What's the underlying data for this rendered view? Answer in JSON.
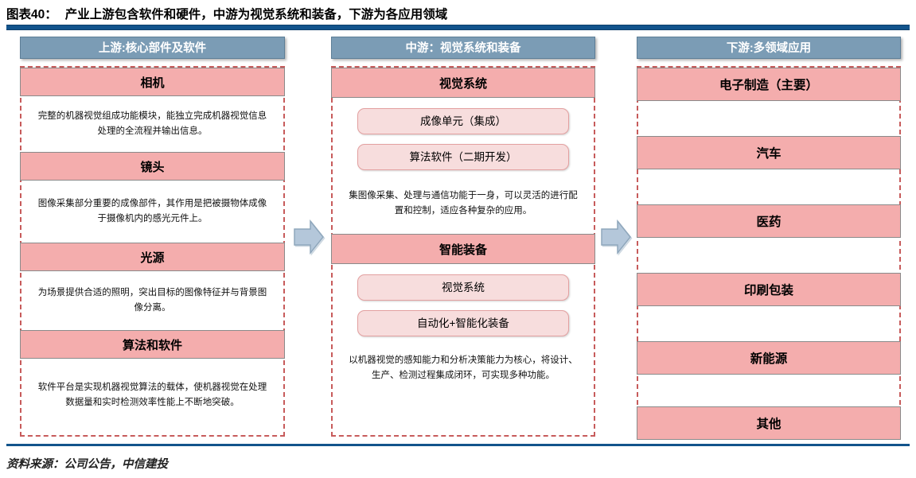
{
  "title": {
    "label": "图表40：",
    "text": "产业上游包含软件和硬件，中游为视觉系统和装备，下游为各应用领域"
  },
  "footer": {
    "source": "资料来源：公司公告，中信建投"
  },
  "colors": {
    "rule": "#12548C",
    "header_band": "#7B9CB5",
    "bar_pink": "#F4ADAD",
    "pill_pink": "#F7DDDD",
    "dashed_border": "#C75B5B",
    "arrow_fill": "#B4C7DA"
  },
  "columns": [
    {
      "id": "upstream",
      "header": "上游:核心部件及软件",
      "blocks": [
        {
          "type": "bar",
          "label": "相机"
        },
        {
          "type": "desc",
          "text": "完整的机器视觉组成功能模块，能独立完成机器视觉信息处理的全流程并输出信息。"
        },
        {
          "type": "bar",
          "label": "镜头"
        },
        {
          "type": "desc",
          "text": "图像采集部分重要的成像部件，其作用是把被摄物体成像于摄像机内的感光元件上。"
        },
        {
          "type": "bar",
          "label": "光源"
        },
        {
          "type": "desc",
          "text": "为场景提供合适的照明，突出目标的图像特征并与背景图像分离。"
        },
        {
          "type": "bar",
          "label": "算法和软件"
        },
        {
          "type": "desc",
          "text": "软件平台是实现机器视觉算法的载体，使机器视觉在处理数据量和实时检测效率性能上不断地突破。"
        }
      ]
    },
    {
      "id": "midstream",
      "header": "中游：视觉系统和装备",
      "blocks": [
        {
          "type": "bar",
          "label": "视觉系统"
        },
        {
          "type": "pill",
          "label": "成像单元（集成）"
        },
        {
          "type": "pill",
          "label": "算法软件（二期开发）"
        },
        {
          "type": "desc",
          "text": "集图像采集、处理与通信功能于一身，可以灵活的进行配置和控制，适应各种复杂的应用。"
        },
        {
          "type": "bar",
          "label": "智能装备"
        },
        {
          "type": "pill",
          "label": "视觉系统"
        },
        {
          "type": "pill",
          "label": "自动化+智能化装备"
        },
        {
          "type": "desc",
          "text": "以机器视觉的感知能力和分析决策能力为核心，将设计、生产、检测过程集成闭环，可实现多种功能。"
        }
      ]
    },
    {
      "id": "downstream",
      "header": "下游:多领域应用",
      "blocks": [
        {
          "type": "bar",
          "label": "电子制造（主要）"
        },
        {
          "type": "gap",
          "label": ""
        },
        {
          "type": "bar",
          "label": "汽车"
        },
        {
          "type": "gap",
          "label": ""
        },
        {
          "type": "bar",
          "label": "医药"
        },
        {
          "type": "gap",
          "label": ""
        },
        {
          "type": "bar",
          "label": "印刷包装"
        },
        {
          "type": "gap",
          "label": ""
        },
        {
          "type": "bar",
          "label": "新能源"
        },
        {
          "type": "gap",
          "label": ""
        },
        {
          "type": "bar",
          "label": "其他"
        }
      ]
    }
  ],
  "arrows": [
    {
      "name": "arrow-upstream-to-midstream"
    },
    {
      "name": "arrow-midstream-to-downstream"
    }
  ]
}
